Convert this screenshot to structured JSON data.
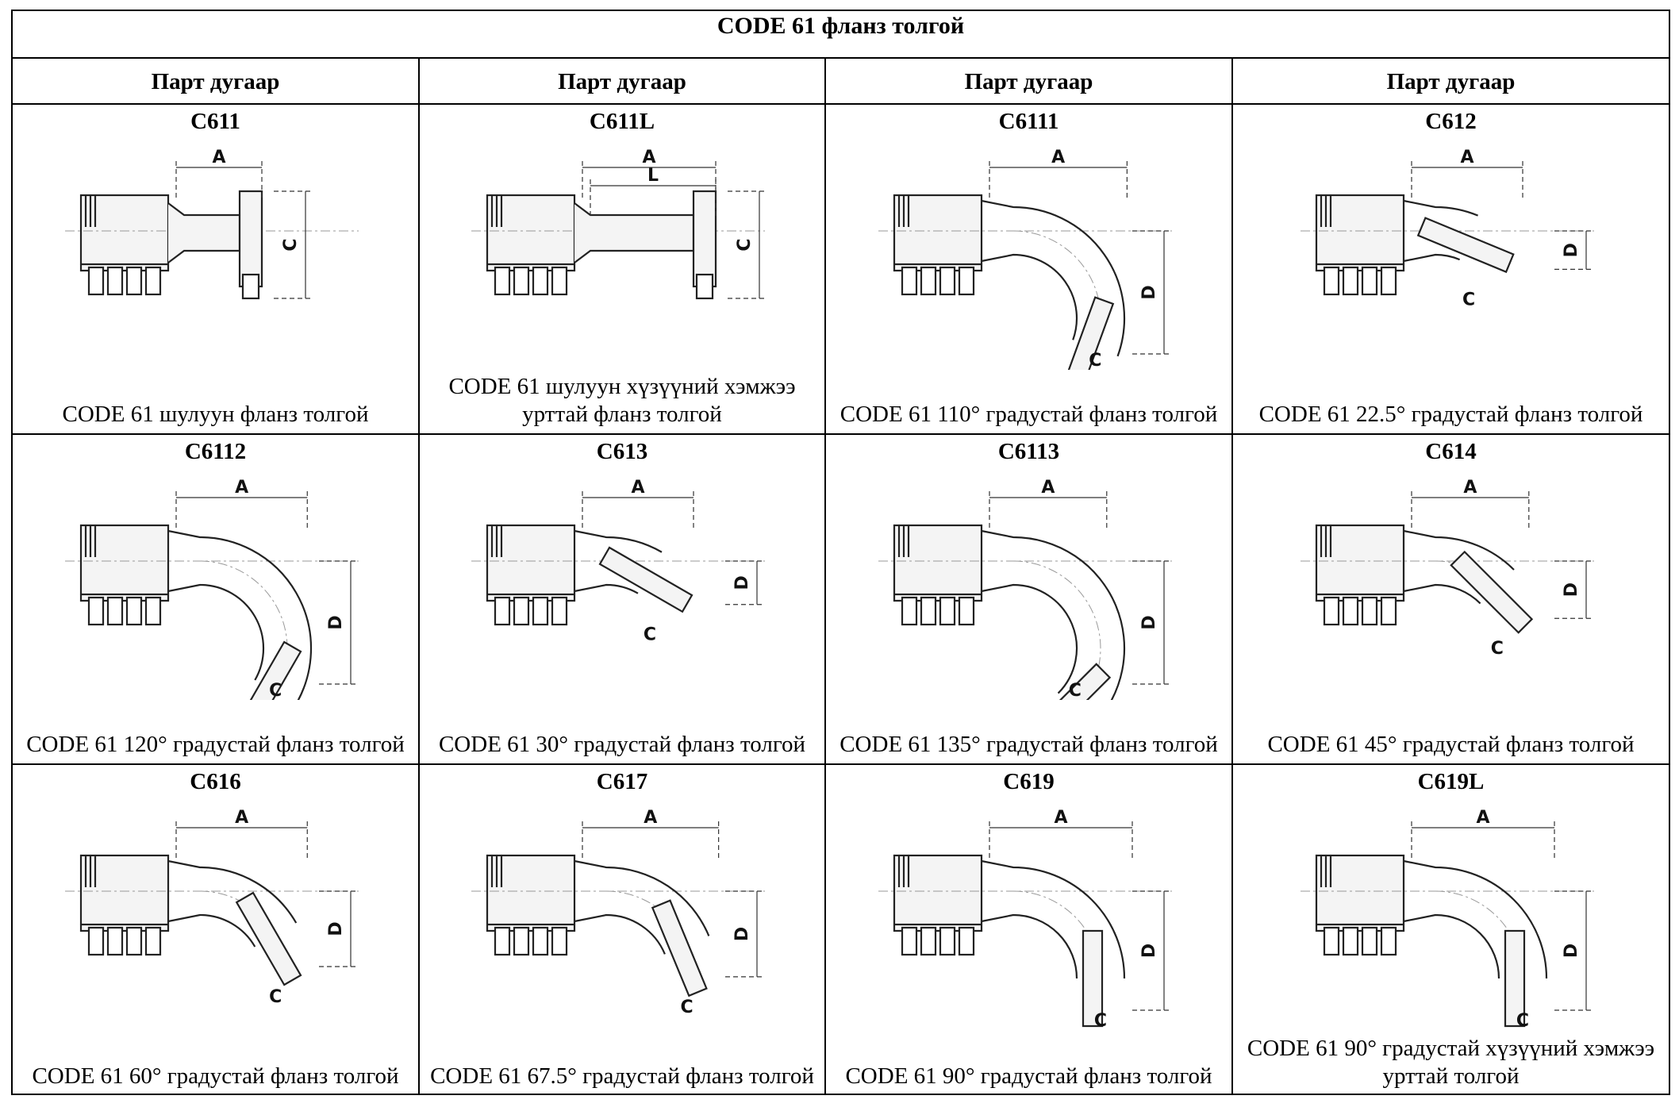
{
  "table": {
    "title": "CODE 61 фланз толгой",
    "column_header": "Парт дугаар",
    "columns": 4,
    "rows": [
      [
        {
          "code": "C611",
          "description": "CODE 61 шулуун фланз толгой",
          "icon": "straight-flange-fitting-icon",
          "dims": [
            "A",
            "C"
          ]
        },
        {
          "code": "C611L",
          "description": "CODE 61 шулуун хүзүүний хэмжээ урттай фланз толгой",
          "icon": "straight-long-neck-flange-fitting-icon",
          "dims": [
            "A",
            "L",
            "C"
          ]
        },
        {
          "code": "C6111",
          "description": "CODE 61 110° градустай фланз толгой",
          "icon": "elbow-110-flange-fitting-icon",
          "dims": [
            "A",
            "D",
            "C"
          ]
        },
        {
          "code": "C612",
          "description": "CODE 61 22.5° градустай фланз толгой",
          "icon": "elbow-22-5-flange-fitting-icon",
          "dims": [
            "A",
            "D",
            "C"
          ]
        }
      ],
      [
        {
          "code": "C6112",
          "description": "CODE 61 120° градустай фланз толгой",
          "icon": "elbow-120-flange-fitting-icon",
          "dims": [
            "A",
            "D",
            "C"
          ]
        },
        {
          "code": "C613",
          "description": "CODE 61 30° градустай фланз толгой",
          "icon": "elbow-30-flange-fitting-icon",
          "dims": [
            "A",
            "D",
            "C"
          ]
        },
        {
          "code": "C6113",
          "description": "CODE 61 135° градустай фланз толгой",
          "icon": "elbow-135-flange-fitting-icon",
          "dims": [
            "A",
            "D",
            "C"
          ]
        },
        {
          "code": "C614",
          "description": "CODE 61 45° градустай фланз толгой",
          "icon": "elbow-45-flange-fitting-icon",
          "dims": [
            "A",
            "D",
            "C"
          ]
        }
      ],
      [
        {
          "code": "C616",
          "description": "CODE 61 60° градустай фланз толгой",
          "icon": "elbow-60-flange-fitting-icon",
          "dims": [
            "A",
            "D",
            "C"
          ]
        },
        {
          "code": "C617",
          "description": "CODE 61 67.5° градустай фланз толгой",
          "icon": "elbow-67-5-flange-fitting-icon",
          "dims": [
            "A",
            "D",
            "C"
          ]
        },
        {
          "code": "C619",
          "description": "CODE 61 90° градустай фланз толгой",
          "icon": "elbow-90-flange-fitting-icon",
          "dims": [
            "A",
            "D",
            "C"
          ]
        },
        {
          "code": "C619L",
          "description": "CODE 61 90° градустай хүзүүний хэмжээ урттай толгой",
          "icon": "elbow-90-long-neck-flange-fitting-icon",
          "dims": [
            "A",
            "D",
            "C"
          ]
        }
      ]
    ]
  }
}
